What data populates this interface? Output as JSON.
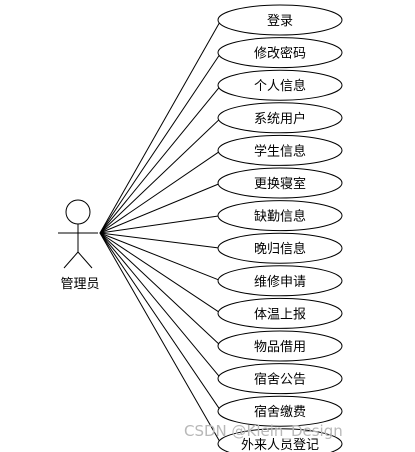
{
  "actor": {
    "name": "管理员"
  },
  "use_cases": [
    "登录",
    "修改密码",
    "个人信息",
    "系统用户",
    "学生信息",
    "更换寝室",
    "缺勤信息",
    "晚归信息",
    "维修申请",
    "体温上报",
    "物品借用",
    "宿舍公告",
    "宿舍缴费",
    "外来人员登记"
  ],
  "watermark": "CSDN @Klein_Design"
}
